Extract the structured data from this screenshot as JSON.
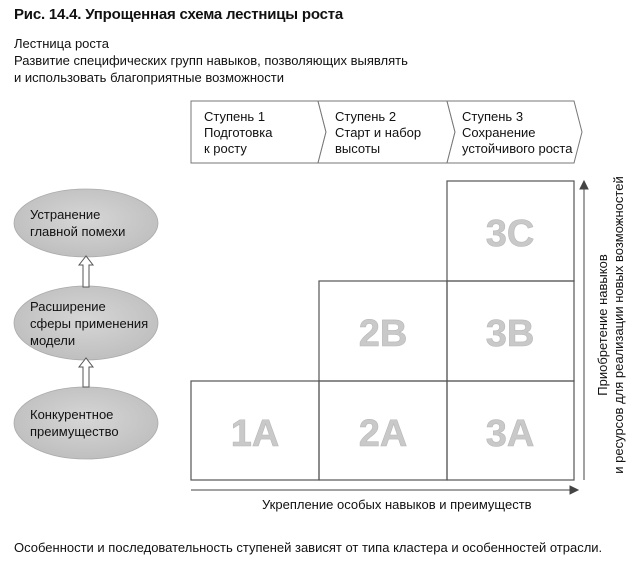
{
  "figure_title": "Рис. 14.4. Упрощенная схема лестницы роста",
  "header": {
    "line1": "Лестница роста",
    "line2": "Развитие специфических групп навыков, позволяющих выявлять",
    "line3": "и использовать благоприятные возможности"
  },
  "stages": [
    {
      "l1": "Ступень 1",
      "l2": "Подготовка",
      "l3": "к росту"
    },
    {
      "l1": "Ступень 2",
      "l2": "Старт и набор",
      "l3": "высоты"
    },
    {
      "l1": "Ступень 3",
      "l2": "Сохранение",
      "l3": "устойчивого роста"
    }
  ],
  "cells": {
    "c1A": "1A",
    "c2A": "2A",
    "c3A": "3A",
    "c2B": "2B",
    "c3B": "3B",
    "c3C": "3C"
  },
  "ellipses": [
    {
      "l1": "Устранение",
      "l2": "главной помехи",
      "l3": ""
    },
    {
      "l1": "Расширение",
      "l2": "сферы применения",
      "l3": "модели"
    },
    {
      "l1": "Конкурентное",
      "l2": "преимущество",
      "l3": ""
    }
  ],
  "x_axis_label": "Укрепление особых навыков и преимуществ",
  "y_axis_label": {
    "l1": "Приобретение навыков",
    "l2": "и ресурсов для реализации новых возможностей"
  },
  "footer": "Особенности и последовательность ступеней зависят от типа кластера и особенностей отрасли.",
  "colors": {
    "ellipse_fill": "#c8c8c8",
    "grid_stroke": "#555555",
    "cell_label": "#c9c9c9"
  }
}
